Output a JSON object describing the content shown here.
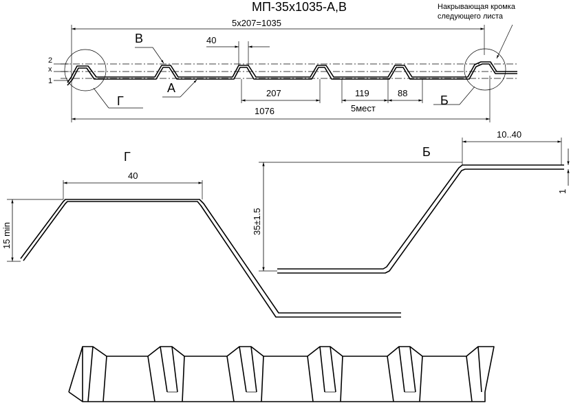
{
  "title": "МП-35х1035-А,В",
  "overall": {
    "pitch_total": "5х207=1035",
    "rib_top": "40",
    "total_width": "1076",
    "pitch": "207",
    "width_119": "119",
    "width_88": "88",
    "places": "5мест",
    "overlap_note_line1": "Накрывающая кромка",
    "overlap_note_line2": "следующего листа"
  },
  "side_labels": {
    "B": "В",
    "A": "А",
    "G": "Г",
    "Bb": "Б",
    "level_2": "2",
    "level_x": "x",
    "level_1": "1"
  },
  "detail_G": {
    "label": "Г",
    "top_width": "40",
    "height": "15 min"
  },
  "detail_B": {
    "label": "Б",
    "edge_width": "10..40",
    "height": "35±1.5",
    "thickness": "1"
  }
}
